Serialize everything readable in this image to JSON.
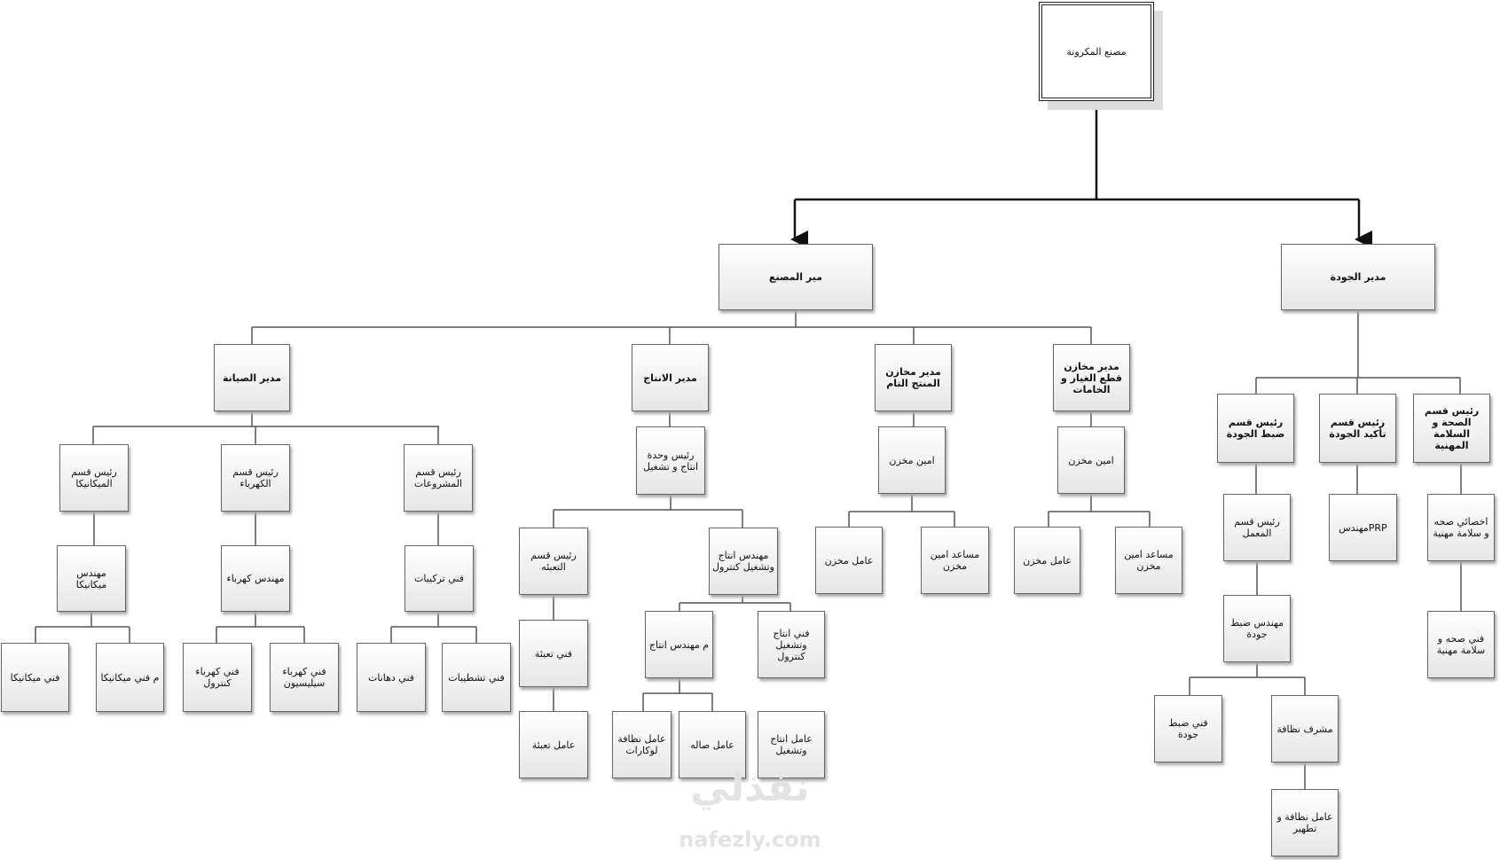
{
  "nodes": {
    "root": "مصنع المكرونة",
    "factory_mgr": "مير المصنع",
    "quality_mgr": "مدير الجودة",
    "maint_mgr": "مدير الصيانة",
    "prod_mgr": "مدير الانتاج",
    "fg_wh_mgr": "مدير مخازن المنتج التام",
    "sp_wh_mgr": "مدير مخازن قطع الغيار و الخامات",
    "qc_head": "رئيس قسم ضبط الجودة",
    "qa_head": "رئيس قسم تأكيد الجودة",
    "hs_head": "رئيس قسم الصحة و السلامة المهنية",
    "mech_head": "رئيس قسم الميكانيكا",
    "elec_head": "رئيس قسم الكهرباء",
    "civil_head": "رئيس قسم المشروعات",
    "mech_eng": "مهندس ميكانيكا",
    "elec_eng": "مهندس كهرباء",
    "install_tech": "فني تركيبات",
    "mech_tech": "فني ميكانيكا",
    "mech_tech_asst": "م فني ميكانيكا",
    "elec_ctrl_tech": "فني كهرباء كنترول",
    "elec_sil_tech": "فني كهرباء سيليسيون",
    "paint_tech": "فني دهانات",
    "finish_tech": "فني تشطيبات",
    "prod_unit_head": "رئيس وحدة انتاج و تشغيل",
    "pack_head": "رئيس قسم التعبئه",
    "prod_ctrl_eng": "مهندس انتاج وتشغيل كنترول",
    "pack_tech": "فني تعبئة",
    "pack_worker": "عامل تعبئة",
    "asst_prod_eng": "م مهندس انتاج",
    "prod_ctrl_tech": "فني انتاج وتشغيل كنترول",
    "clean_worker_lines": "عامل نظافة لوكارات",
    "hall_worker": "عامل صاله",
    "prod_worker": "عامل انتاج وتشغيل",
    "fg_keeper": "امين مخزن",
    "fg_worker": "عامل مخزن",
    "fg_asst": "مساعد امين مخزن",
    "sp_keeper": "امين مخزن",
    "sp_worker": "عامل مخزن",
    "sp_asst": "مساعد امين مخزن",
    "lab_head": "رئيس قسم المعمل",
    "qc_eng": "مهندس ضبط جودة",
    "qc_tech": "فني ضبط جودة",
    "clean_sup": "مشرف نظافة",
    "clean_worker": "عامل نظافة و تطهير",
    "prp_eng": "PRPمهندس",
    "hs_spec": "اخصائي صحه و سلامة مهنية",
    "hs_tech": "فني صحه و سلامة مهنية"
  },
  "watermark": {
    "arabic": "نفذلي",
    "latin": "nafezly.com"
  }
}
